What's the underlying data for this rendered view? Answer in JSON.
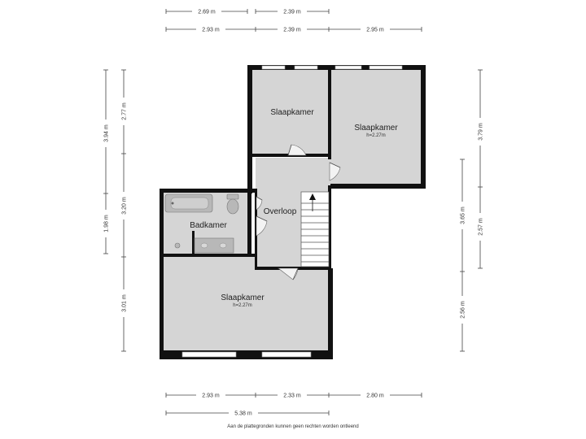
{
  "rooms": {
    "bedroom_top_left": {
      "name": "Slaapkamer"
    },
    "bedroom_top_right": {
      "name": "Slaapkamer",
      "height": "h=2.27m"
    },
    "bathroom": {
      "name": "Badkamer"
    },
    "landing": {
      "name": "Overloop"
    },
    "bedroom_bottom": {
      "name": "Slaapkamer",
      "height": "h=2.27m"
    }
  },
  "dimensions": {
    "top_row1": [
      "2.69 m",
      "2.39 m"
    ],
    "top_row2": [
      "2.93 m",
      "2.39 m",
      "2.95 m"
    ],
    "bottom_row1": [
      "2.93 m",
      "2.33 m",
      "2.80 m"
    ],
    "bottom_row2": [
      "5.38 m"
    ],
    "left_outer": [
      "3.94 m",
      "1.98 m"
    ],
    "left_inner": [
      "2.77 m",
      "3.20 m",
      "3.01 m"
    ],
    "right_inner": [
      "3.65 m",
      "2.56 m"
    ],
    "right_outer": [
      "3.79 m",
      "2.57 m"
    ]
  },
  "disclaimer": "Aan de plattegronden kunnen geen rechten worden ontleend",
  "colors": {
    "wall": "#111111",
    "floor": "#d5d5d5",
    "background": "#ffffff"
  }
}
